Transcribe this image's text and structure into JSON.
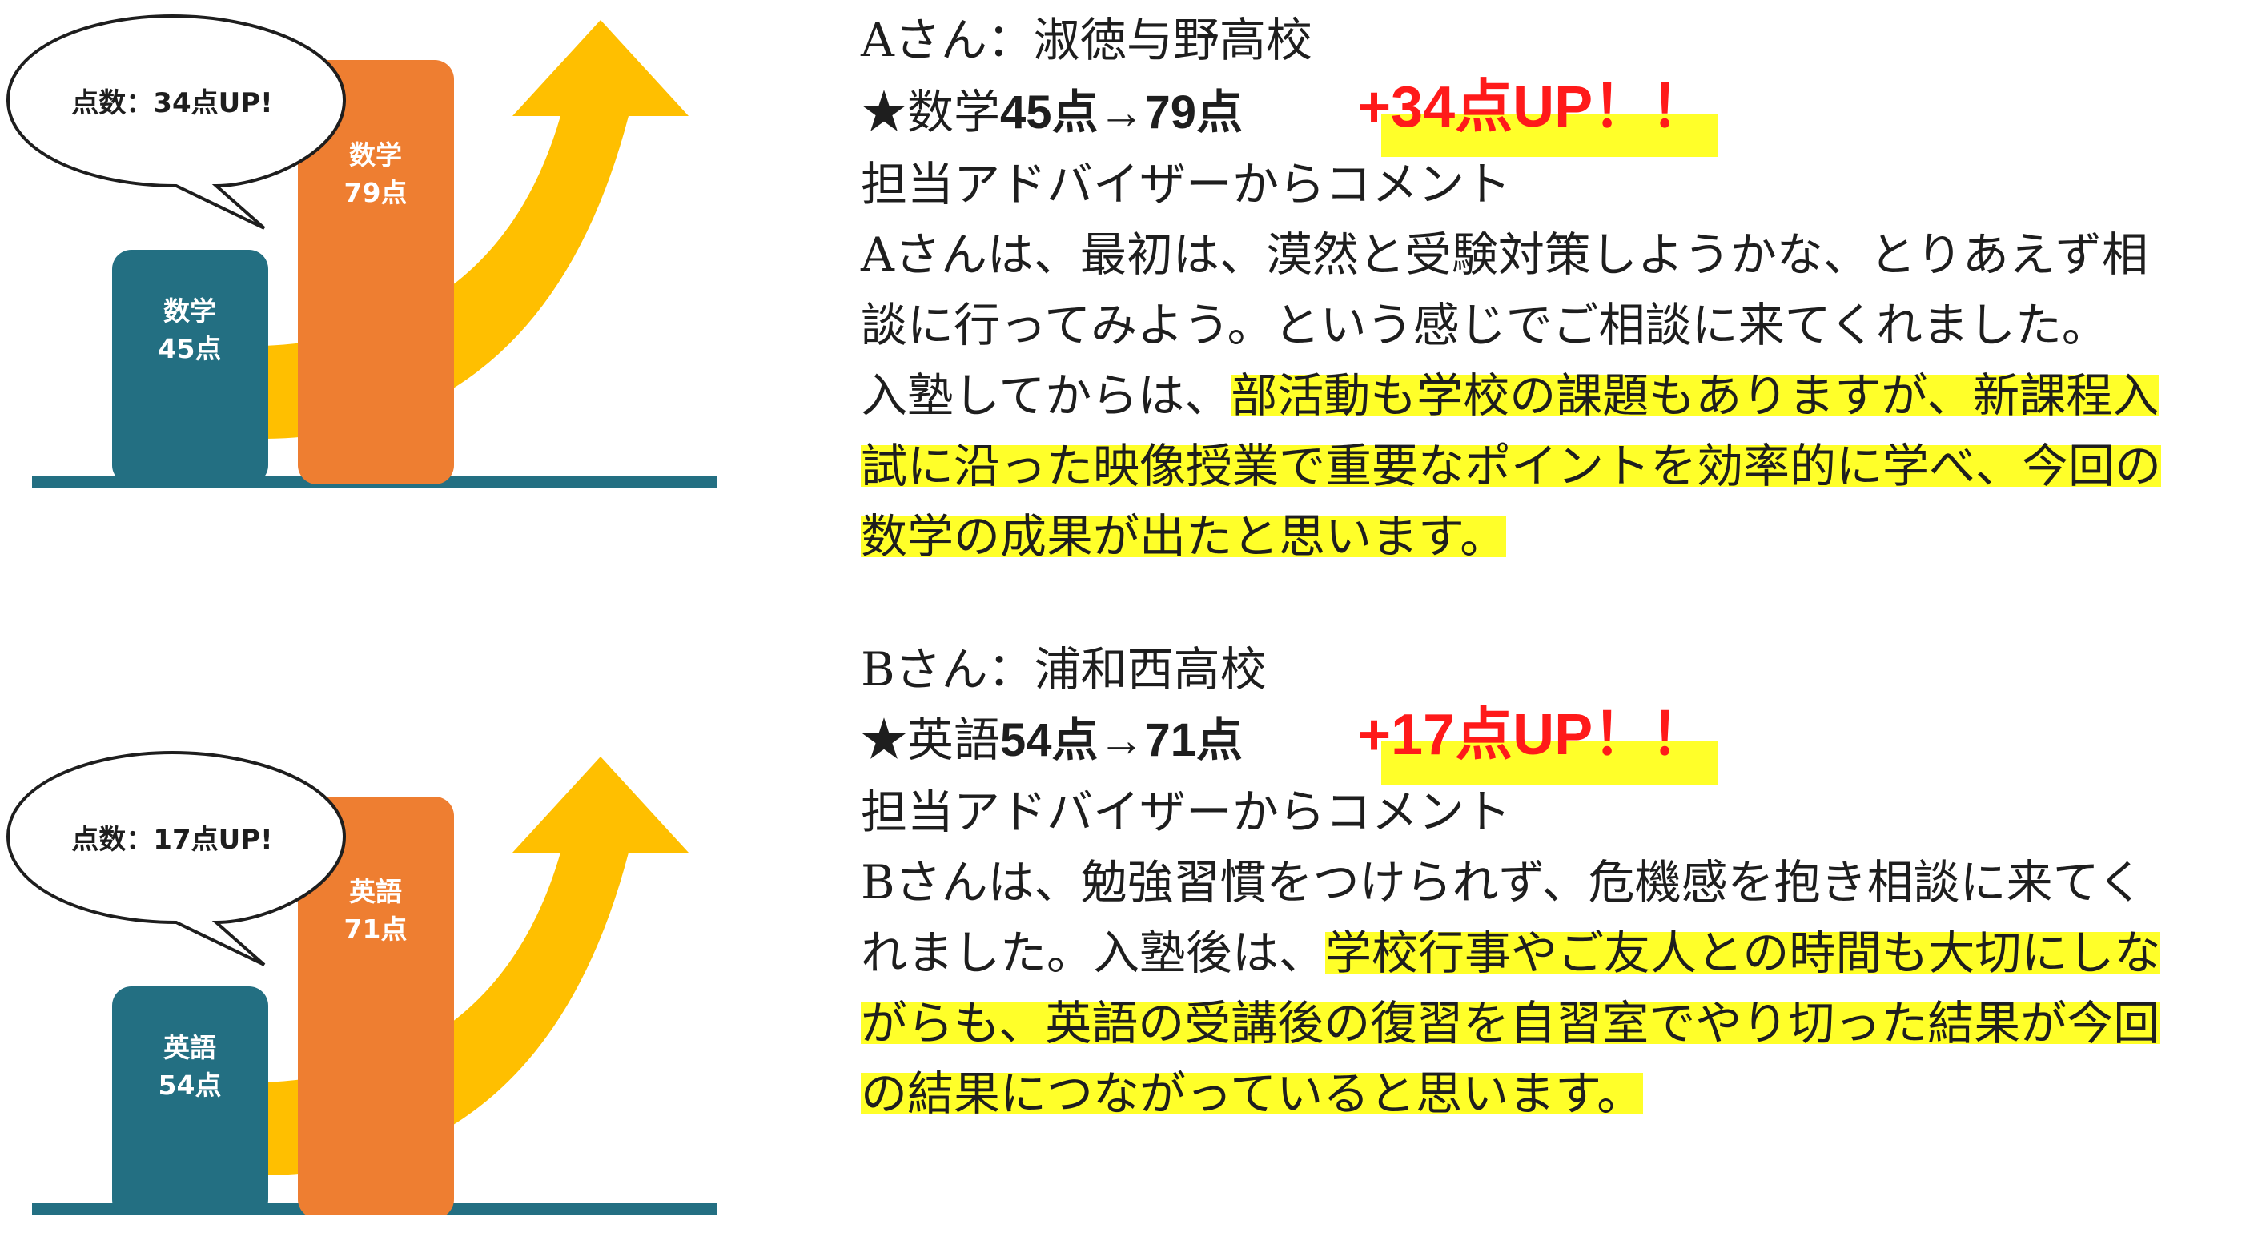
{
  "entries": [
    {
      "bubble_text": "点数：34点UP!",
      "before_bar": {
        "subject": "数学",
        "score": "45点"
      },
      "after_bar": {
        "subject": "数学",
        "score": "79点"
      },
      "student_school": "Aさん：淑徳与野高校",
      "score_line_prefix": "★数学",
      "score_line_numbers": "45点→79点",
      "up_label": "+34点UP！！",
      "comment_heading": "担当アドバイザーからコメント",
      "comment_lines": [
        {
          "plain": "Aさんは、最初は、漠然と受験対策しようかな、とりあえず相",
          "marked": ""
        },
        {
          "plain": "談に行ってみよう。という感じでご相談に来てくれました。",
          "marked": ""
        },
        {
          "plain": "入塾してからは、",
          "marked": "部活動も学校の課題もありますが、新課程入"
        },
        {
          "plain": "",
          "marked": "試に沿った映像授業で重要なポイントを効率的に学べ、今回の"
        },
        {
          "plain": "",
          "marked": "数学の成果が出たと思います。"
        }
      ]
    },
    {
      "bubble_text": "点数：17点UP!",
      "before_bar": {
        "subject": "英語",
        "score": "54点"
      },
      "after_bar": {
        "subject": "英語",
        "score": "71点"
      },
      "student_school": "Bさん：浦和西高校",
      "score_line_prefix": "★英語",
      "score_line_numbers": "54点→71点",
      "up_label": "+17点UP！！",
      "comment_heading": "担当アドバイザーからコメント",
      "comment_lines": [
        {
          "plain": "Bさんは、勉強習慣をつけられず、危機感を抱き相談に来てく",
          "marked": ""
        },
        {
          "plain": "れました。入塾後は、",
          "marked": "学校行事やご友人との時間も大切にしな"
        },
        {
          "plain": "",
          "marked": "がらも、英語の受講後の復習を自習室でやり切った結果が今回"
        },
        {
          "plain": "",
          "marked": "の結果につながっていると思います。"
        }
      ]
    }
  ],
  "colors": {
    "before_bar": "#236f82",
    "after_bar": "#ee7e31",
    "arrow": "#ffbf00",
    "baseline": "#236f82",
    "highlight": "#ffff29",
    "up_text": "#ff1a1a"
  },
  "icons": [
    "speech-bubble",
    "up-arrow",
    "bar-chart"
  ]
}
